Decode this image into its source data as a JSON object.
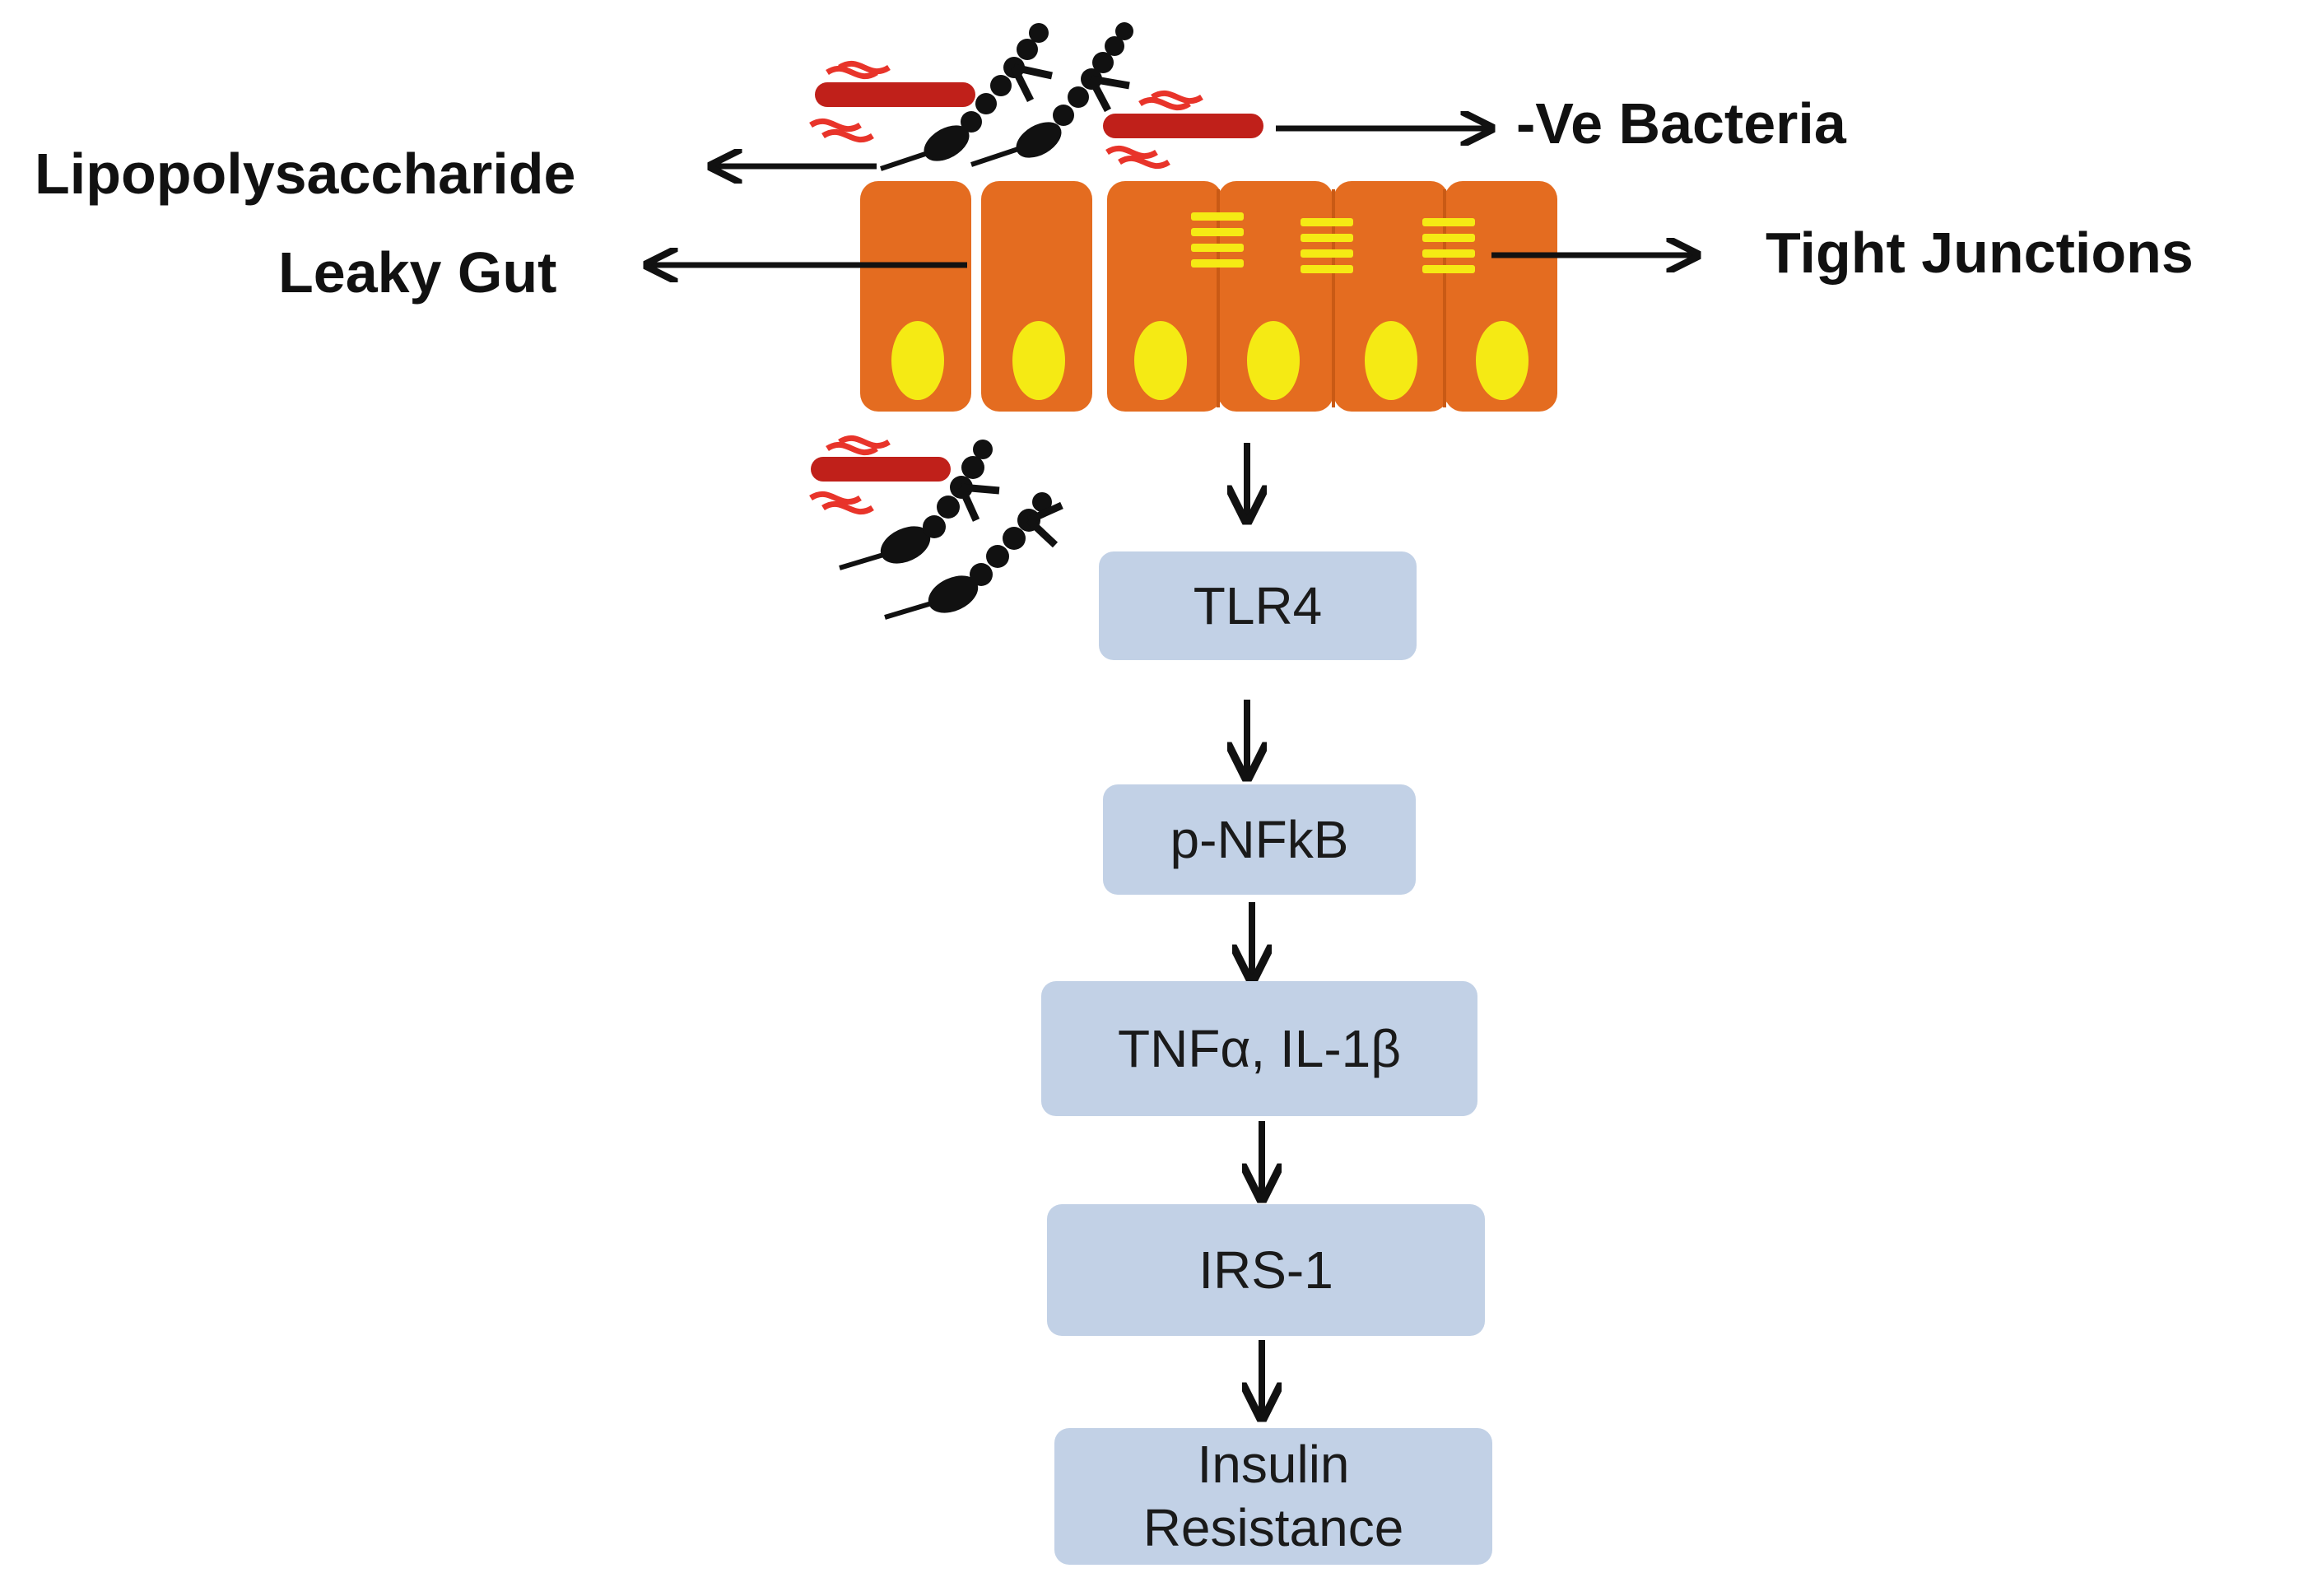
{
  "labels": {
    "lipopolysaccharide": "Lipopolysaccharide",
    "leaky_gut": "Leaky Gut",
    "ve_bacteria": "-Ve Bacteria",
    "tight_junctions": "Tight Junctions"
  },
  "pathway": {
    "tlr4": "TLR4",
    "pnfkb": "p-NFkB",
    "tnf": "TNFα, IL-1β",
    "irs1": "IRS-1",
    "insulin_line1": "Insulin",
    "insulin_line2": "Resistance"
  },
  "colors": {
    "cell": "#e46c20",
    "nucleus": "#f5ea14",
    "junction": "#f5ea14",
    "bacteria_body": "#c0201a",
    "bacteria_flagella": "#e8342a",
    "lps": "#111111",
    "box": "#c2d1e6",
    "arrow": "#111111"
  }
}
